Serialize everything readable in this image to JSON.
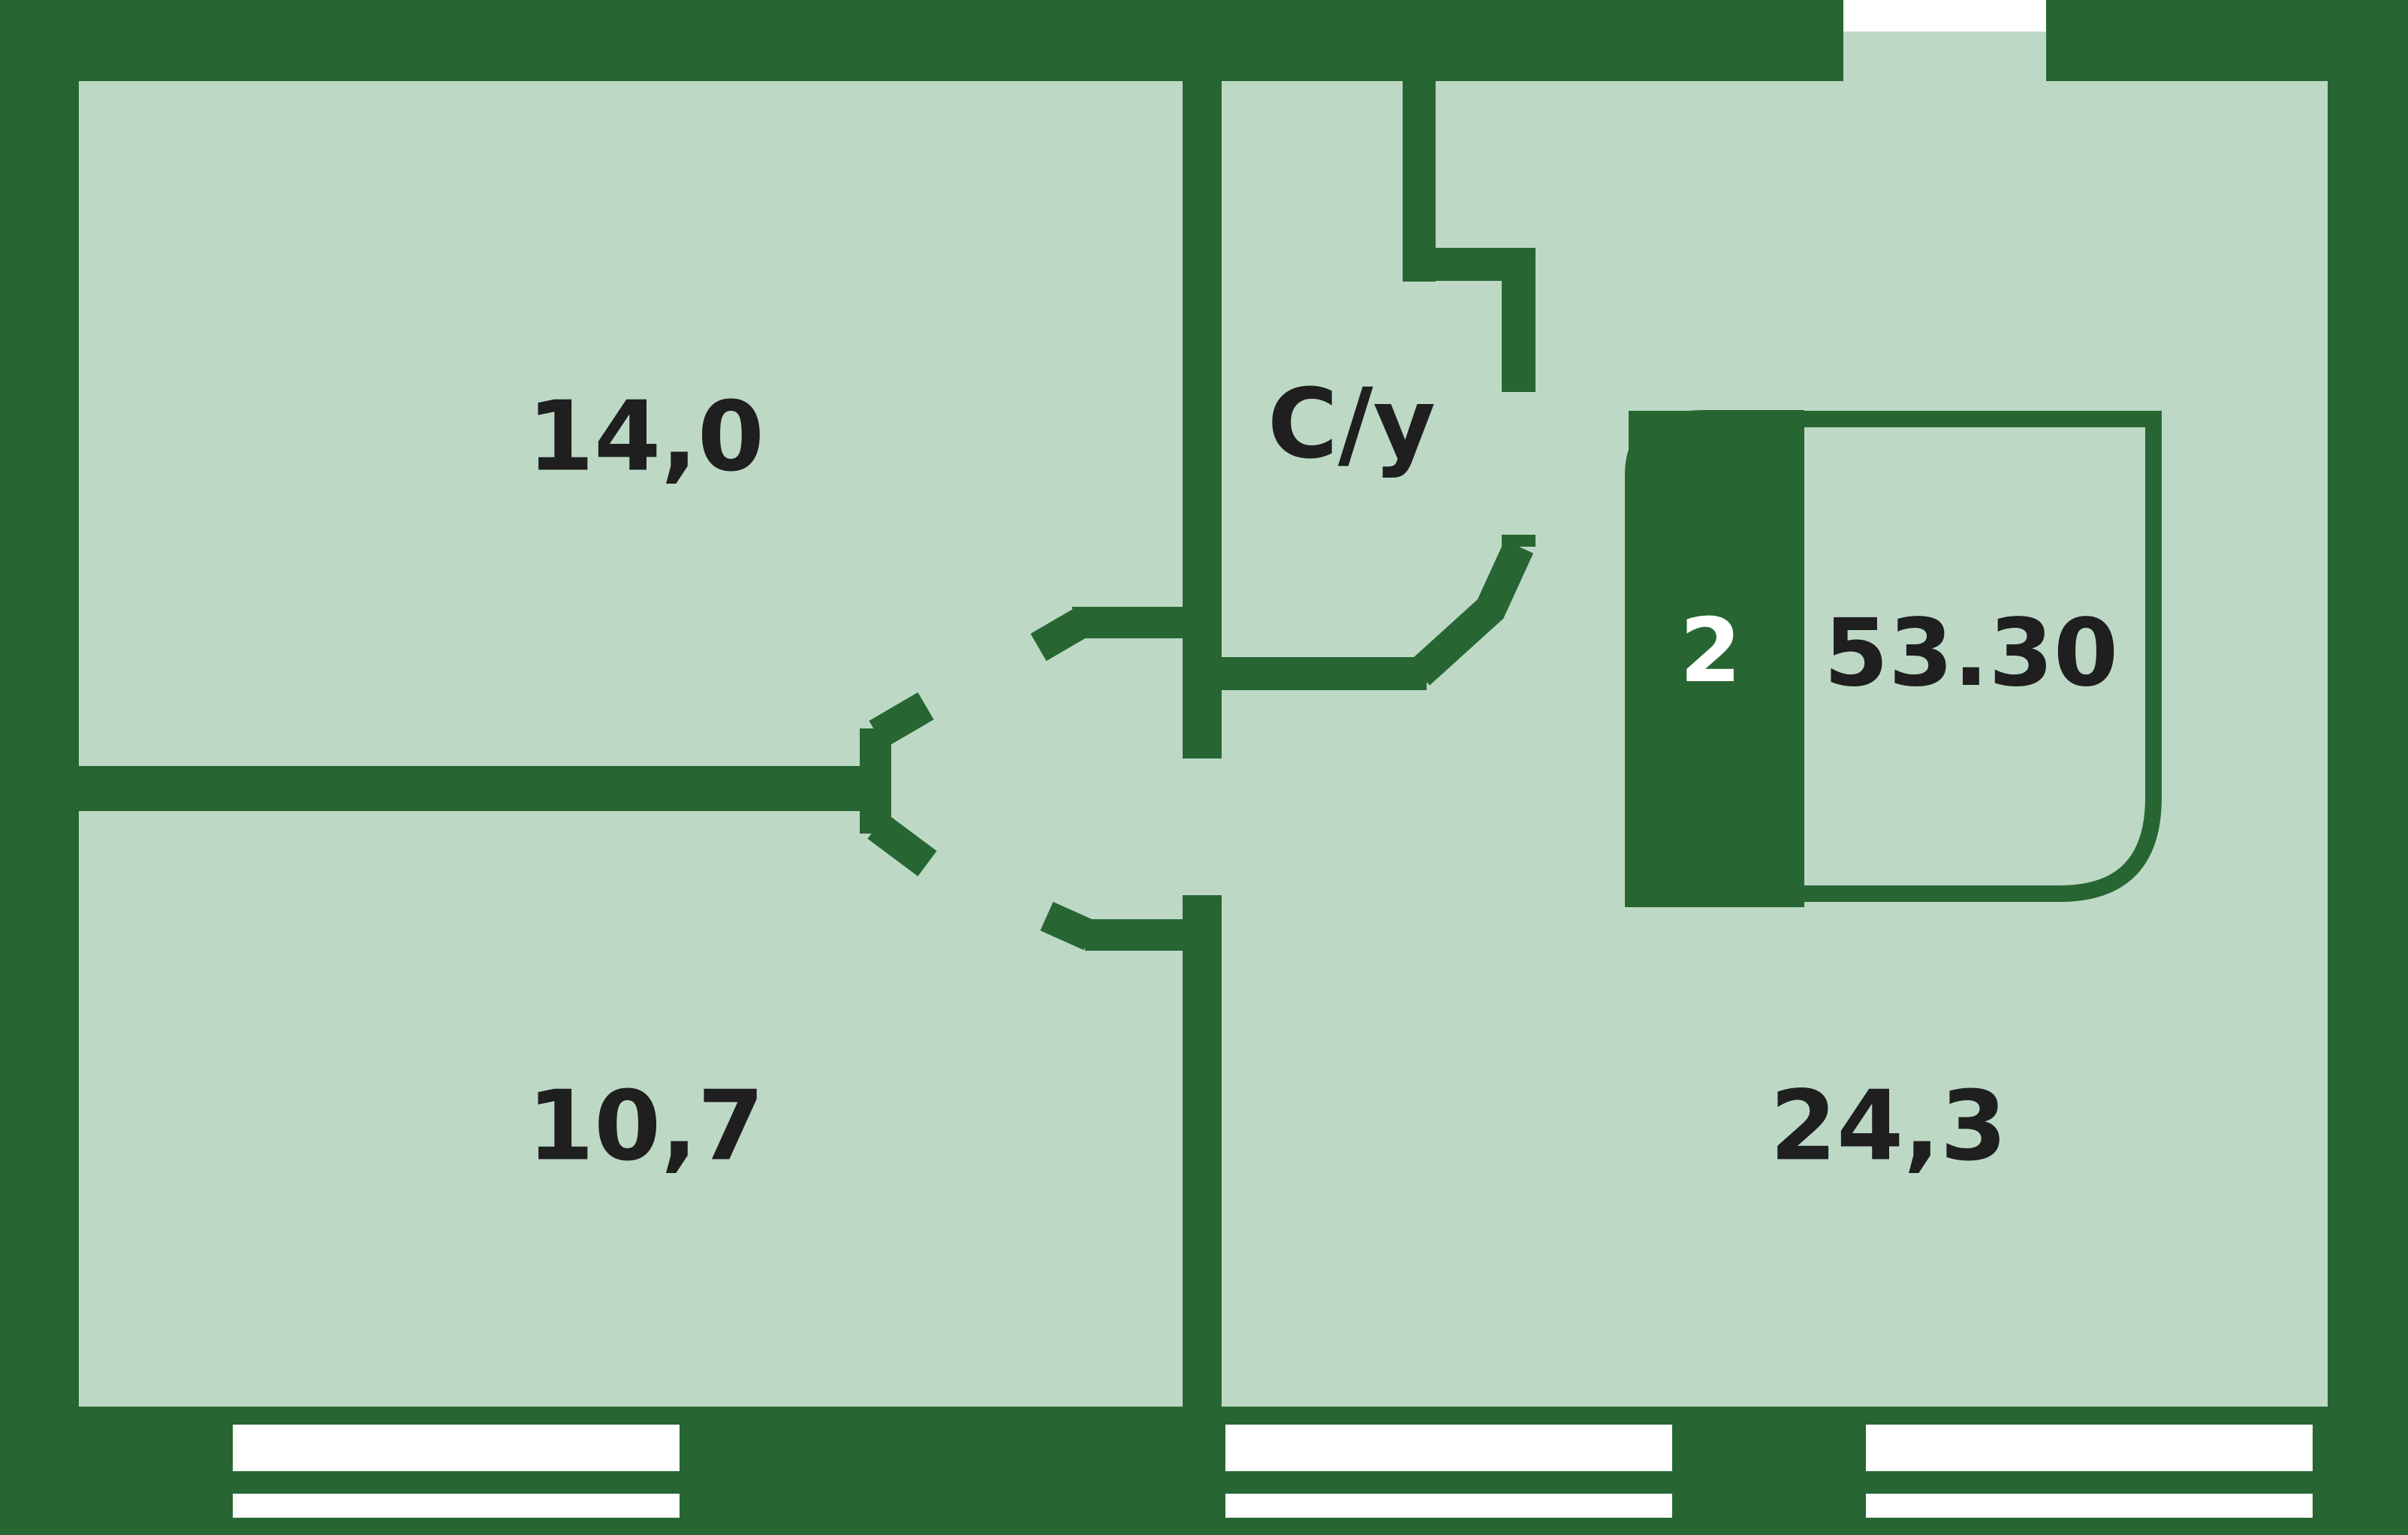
{
  "colors": {
    "wall": "#276633",
    "floor": "#bdd9c6",
    "window": "#ffffff",
    "text": "#1f1f1f"
  },
  "rooms": {
    "bedroom_top": {
      "area": "14,0"
    },
    "bedroom_bottom": {
      "area": "10,7"
    },
    "bathroom": {
      "label": "С/у"
    },
    "living": {
      "area": "24,3"
    }
  },
  "badge": {
    "room_count": "2",
    "total_area": "53.30"
  }
}
